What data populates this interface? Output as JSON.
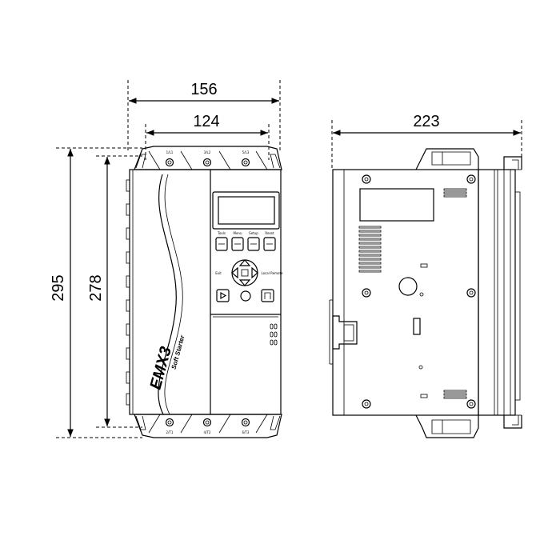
{
  "dimensions": {
    "front_overall_width": "156",
    "front_mounting_width": "124",
    "overall_height": "295",
    "mounting_height": "278",
    "side_depth": "223"
  },
  "terminals": {
    "top": [
      "1/L1",
      "3/L2",
      "5/L3"
    ],
    "bottom": [
      "2/T1",
      "4/T2",
      "6/T3"
    ]
  },
  "keypad": {
    "function_labels": [
      "Tools",
      "Menu",
      "Setup",
      "Reset"
    ],
    "left_label": "Exit",
    "right_label": "Local Remote"
  },
  "product": {
    "brand": "EMX3",
    "subtitle": "Soft Starter"
  }
}
